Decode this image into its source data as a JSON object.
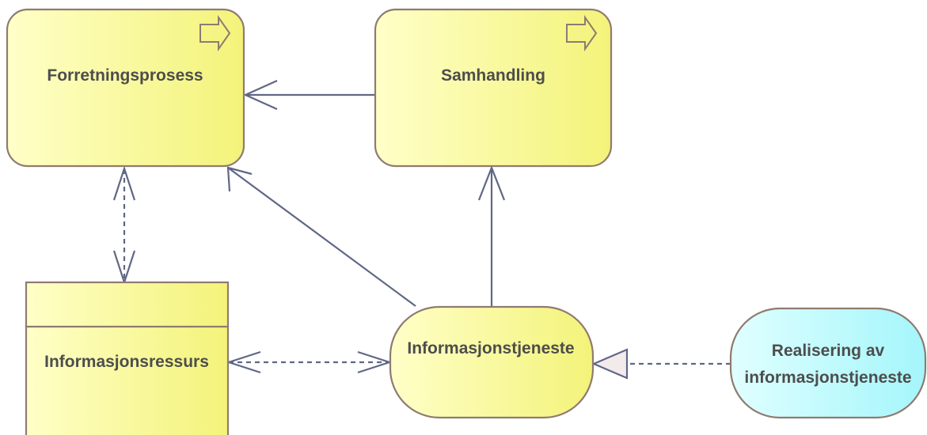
{
  "diagram": {
    "nodes": {
      "forretningsprosess": {
        "label": "Forretningsprosess",
        "type": "business-process"
      },
      "samhandling": {
        "label": "Samhandling",
        "type": "business-process"
      },
      "informasjonsressurs": {
        "label": "Informasjonsressurs",
        "type": "data-object"
      },
      "informasjonstjeneste": {
        "label": "Informasjonstjeneste",
        "type": "service"
      },
      "realisering": {
        "label_line1": "Realisering av",
        "label_line2": "informasjonstjeneste",
        "type": "application-service"
      }
    },
    "colors": {
      "yellow_fill_light": "#ffffc8",
      "yellow_fill_dark": "#f3f37a",
      "cyan_fill_light": "#e0ffff",
      "cyan_fill_dark": "#a4f6fb",
      "node_border": "#8f7b6f",
      "connector": "#5f6785",
      "label_text": "#4d4d4d"
    },
    "edges": [
      {
        "from": "samhandling",
        "to": "forretningsprosess",
        "style": "solid",
        "head": "open-arrow"
      },
      {
        "from": "informasjonstjeneste",
        "to": "forretningsprosess",
        "style": "solid",
        "head": "open-arrow"
      },
      {
        "from": "informasjonstjeneste",
        "to": "samhandling",
        "style": "solid",
        "head": "open-arrow"
      },
      {
        "from": "forretningsprosess",
        "to": "informasjonsressurs",
        "style": "dashed",
        "head": "open-arrow-both"
      },
      {
        "from": "informasjonsressurs",
        "to": "informasjonstjeneste",
        "style": "dashed",
        "head": "open-arrow-both"
      },
      {
        "from": "realisering",
        "to": "informasjonstjeneste",
        "style": "dashed",
        "head": "hollow-triangle"
      }
    ]
  }
}
